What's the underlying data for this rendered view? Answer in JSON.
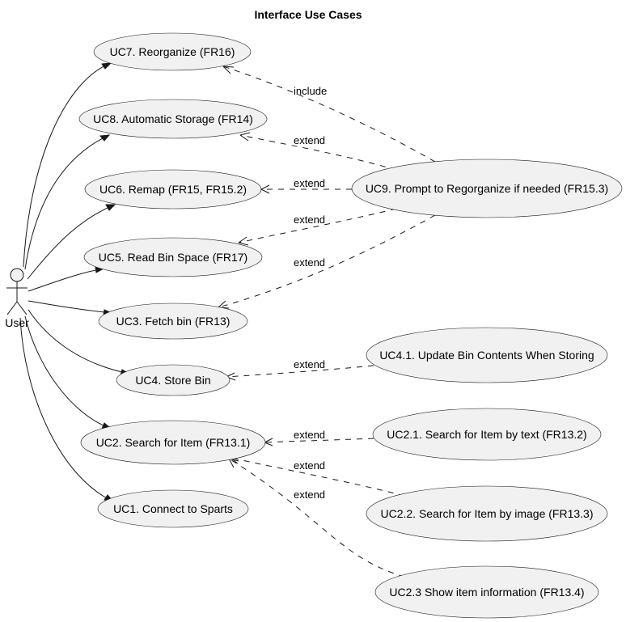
{
  "title": "Interface Use Cases",
  "actor": {
    "label": "User"
  },
  "use_cases": {
    "uc7": "UC7. Reorganize (FR16)",
    "uc8": "UC8. Automatic Storage (FR14)",
    "uc6": "UC6. Remap (FR15, FR15.2)",
    "uc5": "UC5. Read Bin Space (FR17)",
    "uc3": "UC3. Fetch bin  (FR13)",
    "uc4": "UC4. Store Bin",
    "uc2": "UC2. Search for Item (FR13.1)",
    "uc1": "UC1. Connect to Sparts",
    "uc9": "UC9. Prompt to Regorganize if needed (FR15.3)",
    "uc41": "UC4.1. Update Bin Contents When Storing",
    "uc21": "UC2.1. Search for Item by text (FR13.2)",
    "uc22": "UC2.2. Search for Item by image (FR13.3)",
    "uc23": "UC2.3 Show item information (FR13.4)"
  },
  "relations": {
    "uc9_uc7": "include",
    "uc9_uc8": "extend",
    "uc9_uc6": "extend",
    "uc9_uc5": "extend",
    "uc9_uc3": "extend",
    "uc41_uc4": "extend",
    "uc21_uc2": "extend",
    "uc22_uc2": "extend",
    "uc23_uc2": "extend"
  }
}
